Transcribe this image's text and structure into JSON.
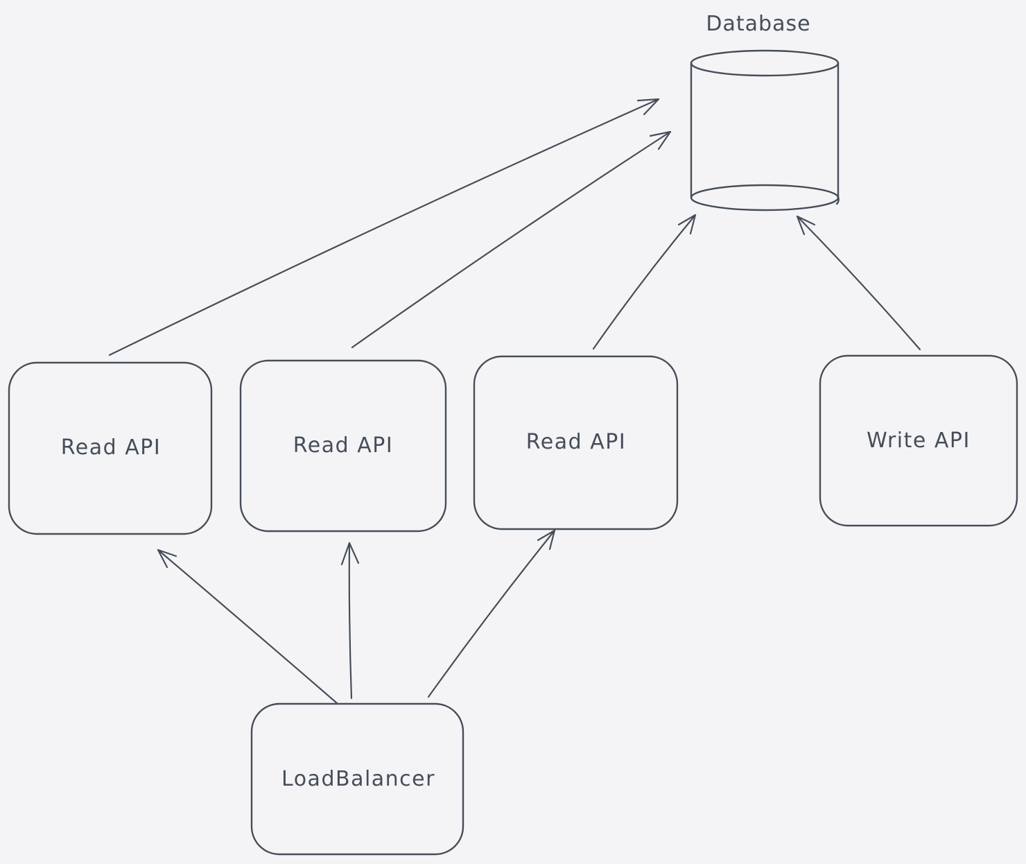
{
  "canvas": {
    "background": "#f4f4f6",
    "stroke_color": "#464d59",
    "style": "hand-drawn-whiteboard"
  },
  "diagram": {
    "nodes": {
      "database": {
        "label": "Database",
        "shape": "cylinder"
      },
      "read_api_1": {
        "label": "Read API",
        "shape": "rounded-rectangle"
      },
      "read_api_2": {
        "label": "Read API",
        "shape": "rounded-rectangle"
      },
      "read_api_3": {
        "label": "Read API",
        "shape": "rounded-rectangle"
      },
      "write_api": {
        "label": "Write API",
        "shape": "rounded-rectangle"
      },
      "load_balancer": {
        "label": "LoadBalancer",
        "shape": "rounded-rectangle"
      }
    },
    "edges": [
      {
        "from": "read_api_1",
        "to": "database"
      },
      {
        "from": "read_api_2",
        "to": "database"
      },
      {
        "from": "read_api_3",
        "to": "database"
      },
      {
        "from": "write_api",
        "to": "database"
      },
      {
        "from": "load_balancer",
        "to": "read_api_1"
      },
      {
        "from": "load_balancer",
        "to": "read_api_2"
      },
      {
        "from": "load_balancer",
        "to": "read_api_3"
      }
    ]
  }
}
